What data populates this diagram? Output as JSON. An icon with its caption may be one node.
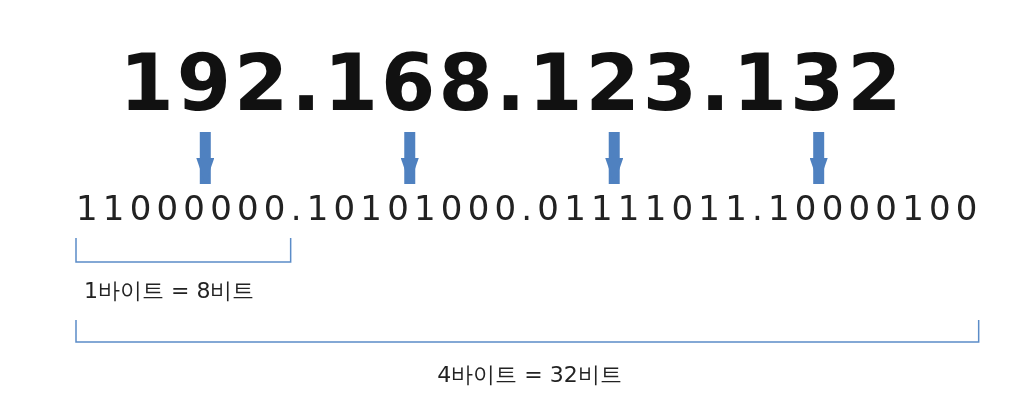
{
  "diagram": {
    "nodes": [
      {
        "text": [
          "192"
        ]
      },
      {
        "text": [
          "168"
        ]
      },
      {
        "text": [
          "123"
        ]
      },
      {
        "text": [
          "132"
        ]
      },
      {
        "text": [
          "11000000"
        ]
      },
      {
        "text": [
          "10101000"
        ]
      },
      {
        "text": [
          "01111011"
        ]
      },
      {
        "text": [
          "10000100"
        ]
      }
    ],
    "edges": [
      {
        "from": 0,
        "to": 4,
        "arrow": "to"
      },
      {
        "from": 1,
        "to": 5,
        "arrow": "to"
      },
      {
        "from": 2,
        "to": 6,
        "arrow": "to"
      },
      {
        "from": 3,
        "to": 7,
        "arrow": "to"
      }
    ],
    "labels": [
      ".",
      ".",
      ".",
      ".",
      ".",
      ".",
      "1바이트 = 8비트",
      "4바이트 = 32비트"
    ]
  }
}
